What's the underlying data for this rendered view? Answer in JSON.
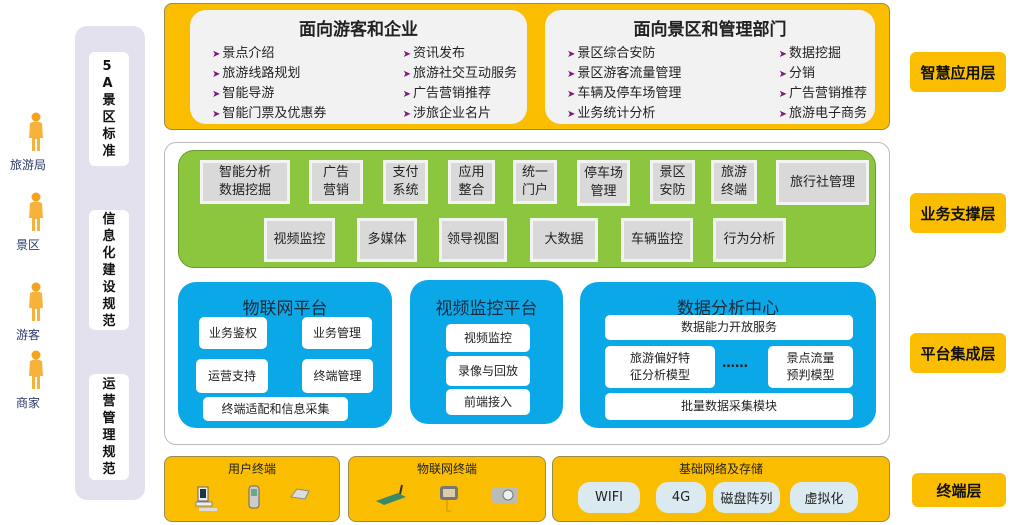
{
  "layers": {
    "app": "智慧应用层",
    "business": "业务支撑层",
    "platform": "平台集成层",
    "terminal": "终端层"
  },
  "app_layer": {
    "left": {
      "title": "面向游客和企业",
      "col1": [
        "景点介绍",
        "旅游线路规划",
        "智能导游",
        "智能门票及优惠券"
      ],
      "col2": [
        "资讯发布",
        "旅游社交互动服务",
        "广告营销推荐",
        "涉旅企业名片"
      ]
    },
    "right": {
      "title": "面向景区和管理部门",
      "col1": [
        "景区综合安防",
        "景区游客流量管理",
        "车辆及停车场管理",
        "业务统计分析"
      ],
      "col2": [
        "数据挖掘",
        "分销",
        "广告营销推荐",
        "旅游电子商务"
      ]
    }
  },
  "business_layer": {
    "row1": [
      "智能分析\n数据挖掘",
      "广告\n营销",
      "支付\n系统",
      "应用\n整合",
      "统一\n门户",
      "停车场\n管理",
      "景区\n安防",
      "旅游\n终端",
      "旅行社管理"
    ],
    "row2": [
      "视频监控",
      "多媒体",
      "领导视图",
      "大数据",
      "车辆监控",
      "行为分析"
    ]
  },
  "platform_layer": {
    "iot": {
      "title": "物联网平台",
      "items": [
        "业务鉴权",
        "业务管理",
        "运营支持",
        "终端管理",
        "终端适配和信息采集"
      ]
    },
    "video": {
      "title": "视频监控平台",
      "items": [
        "视频监控",
        "录像与回放",
        "前端接入"
      ]
    },
    "data": {
      "title": "数据分析中心",
      "open": "数据能力开放服务",
      "model1": "旅游偏好特\n征分析模型",
      "ellipsis": "……",
      "model2": "景点流量\n预判模型",
      "collect": "批量数据采集模块"
    }
  },
  "terminal_layer": {
    "user": {
      "title": "用户终端",
      "icons": [
        "computer-icon",
        "phone-icon",
        "telephone-icon"
      ]
    },
    "iot": {
      "title": "物联网终端",
      "icons": [
        "router-icon",
        "sensor-icon",
        "camera-icon"
      ]
    },
    "network": {
      "title": "基础网络及存储",
      "items": [
        "WIFI",
        "4G",
        "磁盘阵列",
        "虚拟化"
      ]
    }
  },
  "standards": [
    "5\nA\n景\n区\n标\n准",
    "信\n息\n化\n建\n设\n规\n范",
    "运\n营\n管\n理\n规\n范"
  ],
  "roles": [
    "旅游局",
    "景区",
    "游客",
    "商家"
  ]
}
